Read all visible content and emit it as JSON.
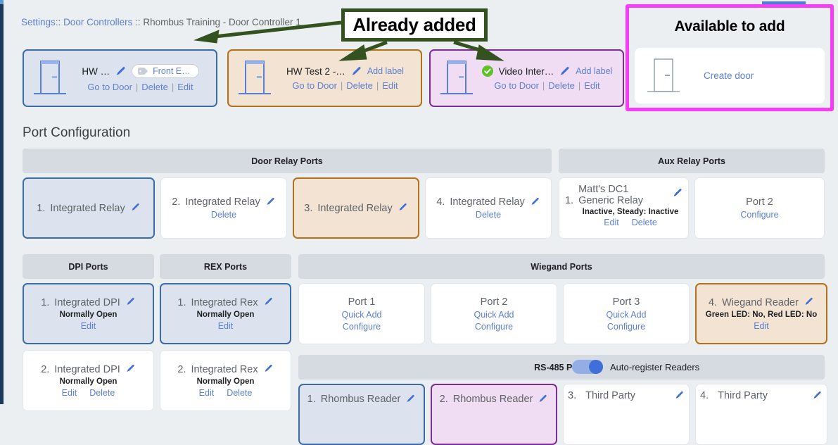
{
  "breadcrumb": {
    "item1": "Settings",
    "sep1": "::",
    "item2": "Door Controllers",
    "sep2": "::",
    "item3": "Rhombus Training - Door Controller 1"
  },
  "annotation": {
    "callout_text": "Already added",
    "callout_border_color": "#33521f",
    "highlight_color": "#f83cf8"
  },
  "doors": {
    "cards": [
      {
        "name": "HW …",
        "label_chip": "Front E…",
        "has_chip": true,
        "has_check": false,
        "add_label": "",
        "links": [
          "Go to Door",
          "Delete",
          "Edit"
        ],
        "accent": "#3c6ca8",
        "bg": "#dde3ee"
      },
      {
        "name": "HW Test 2 -…",
        "label_chip": "",
        "has_chip": false,
        "has_check": false,
        "add_label": "Add label",
        "links": [
          "Go to Door",
          "Delete",
          "Edit"
        ],
        "accent": "#b5701a",
        "bg": "#f2e3d2"
      },
      {
        "name": "Video Inter…",
        "label_chip": "",
        "has_chip": false,
        "has_check": true,
        "add_label": "Add label",
        "links": [
          "Go to Door",
          "Delete",
          "Edit"
        ],
        "accent": "#7b2d96",
        "bg": "#f0ddf3"
      }
    ]
  },
  "available": {
    "title": "Available to add",
    "create_door": "Create door"
  },
  "port_configuration": {
    "title": "Port Configuration",
    "sections": {
      "door_relay": {
        "header": "Door Relay Ports",
        "cards": [
          {
            "num": "1.",
            "title": "Integrated Relay",
            "sub": "",
            "links": [],
            "pencil": true,
            "state": "sel-blue"
          },
          {
            "num": "2.",
            "title": "Integrated Relay",
            "sub": "",
            "links": [
              "Delete"
            ],
            "pencil": true,
            "state": ""
          },
          {
            "num": "3.",
            "title": "Integrated Relay",
            "sub": "",
            "links": [],
            "pencil": true,
            "state": "sel-orange"
          },
          {
            "num": "4.",
            "title": "Integrated Relay",
            "sub": "",
            "links": [
              "Delete"
            ],
            "pencil": true,
            "state": ""
          }
        ]
      },
      "aux_relay": {
        "header": "Aux Relay Ports",
        "card1": {
          "num": "1.",
          "name_line1": "Matt's DC1",
          "name_line2": "Generic Relay",
          "sub": "Inactive, Steady: Inactive",
          "links": [
            "Edit",
            "Delete"
          ]
        },
        "card2": {
          "title": "Port 2",
          "links": [
            "Configure"
          ]
        }
      },
      "dpi": {
        "header": "DPI Ports",
        "cards": [
          {
            "num": "1.",
            "title": "Integrated DPI",
            "sub": "Normally Open",
            "links": [
              "Edit"
            ],
            "pencil": true,
            "state": "sel-blue"
          },
          {
            "num": "2.",
            "title": "Integrated DPI",
            "sub": "Normally Open",
            "links": [
              "Edit",
              "Delete"
            ],
            "pencil": true,
            "state": ""
          }
        ]
      },
      "rex": {
        "header": "REX Ports",
        "cards": [
          {
            "num": "1.",
            "title": "Integrated Rex",
            "sub": "Normally Open",
            "links": [
              "Edit"
            ],
            "pencil": true,
            "state": "sel-blue"
          },
          {
            "num": "2.",
            "title": "Integrated Rex",
            "sub": "Normally Open",
            "links": [
              "Edit",
              "Delete"
            ],
            "pencil": true,
            "state": ""
          }
        ]
      },
      "wiegand": {
        "header": "Wiegand Ports",
        "cards": [
          {
            "num": "",
            "title": "Port 1",
            "sub": "",
            "links": [
              "Quick Add",
              "Configure"
            ],
            "pencil": false,
            "state": ""
          },
          {
            "num": "",
            "title": "Port 2",
            "sub": "",
            "links": [
              "Quick Add",
              "Configure"
            ],
            "pencil": false,
            "state": ""
          },
          {
            "num": "",
            "title": "Port 3",
            "sub": "",
            "links": [
              "Quick Add",
              "Configure"
            ],
            "pencil": false,
            "state": ""
          },
          {
            "num": "4.",
            "title": "Wiegand Reader",
            "sub": "Green LED: No, Red LED: No",
            "links": [
              "Edit"
            ],
            "pencil": true,
            "state": "sel-orange"
          }
        ]
      },
      "rs485": {
        "header": "RS-485 Ports",
        "toggle_label": "Auto-register Readers",
        "toggle_on": true,
        "cards": [
          {
            "num": "1.",
            "title": "Rhombus Reader",
            "state": "sel-blue"
          },
          {
            "num": "2.",
            "title": "Rhombus Reader",
            "state": "sel-purple"
          },
          {
            "num": "3.",
            "title": "Third Party",
            "state": ""
          },
          {
            "num": "4.",
            "title": "Third Party",
            "state": ""
          }
        ]
      }
    }
  }
}
